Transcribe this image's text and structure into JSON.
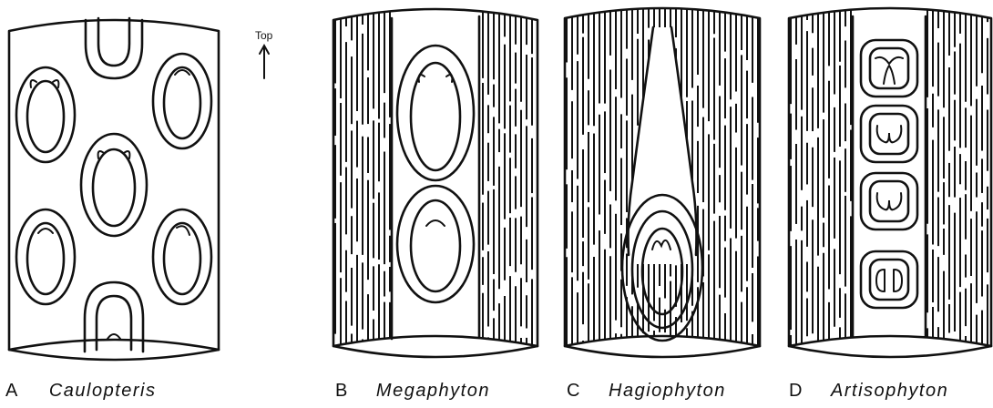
{
  "orientation": {
    "top_label": "Top",
    "icon": "up-arrow-icon"
  },
  "panels": [
    {
      "letter": "A",
      "name": "Caulopteris"
    },
    {
      "letter": "B",
      "name": "Megaphyton"
    },
    {
      "letter": "C",
      "name": "Hagiophyton"
    },
    {
      "letter": "D",
      "name": "Artisophyton"
    }
  ]
}
